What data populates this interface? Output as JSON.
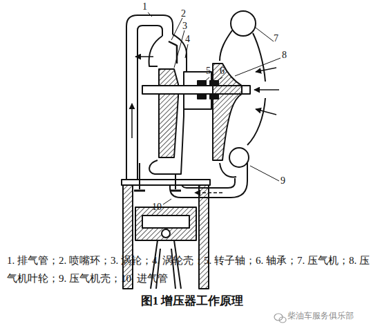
{
  "diagram": {
    "caption": "图1 增压器工作原理",
    "labels": [
      "1",
      "2",
      "3",
      "4",
      "5",
      "6",
      "7",
      "8",
      "9",
      "10",
      "1. 排气管；2. 喷嘴环；3. 涡轮；4. 涡轮壳；5. 转子轴；6. 轴承；7. 压气机；8. 压气机叶轮；9. 压气机壳；10. 进气管",
      "柴油车服务俱乐部"
    ]
  }
}
